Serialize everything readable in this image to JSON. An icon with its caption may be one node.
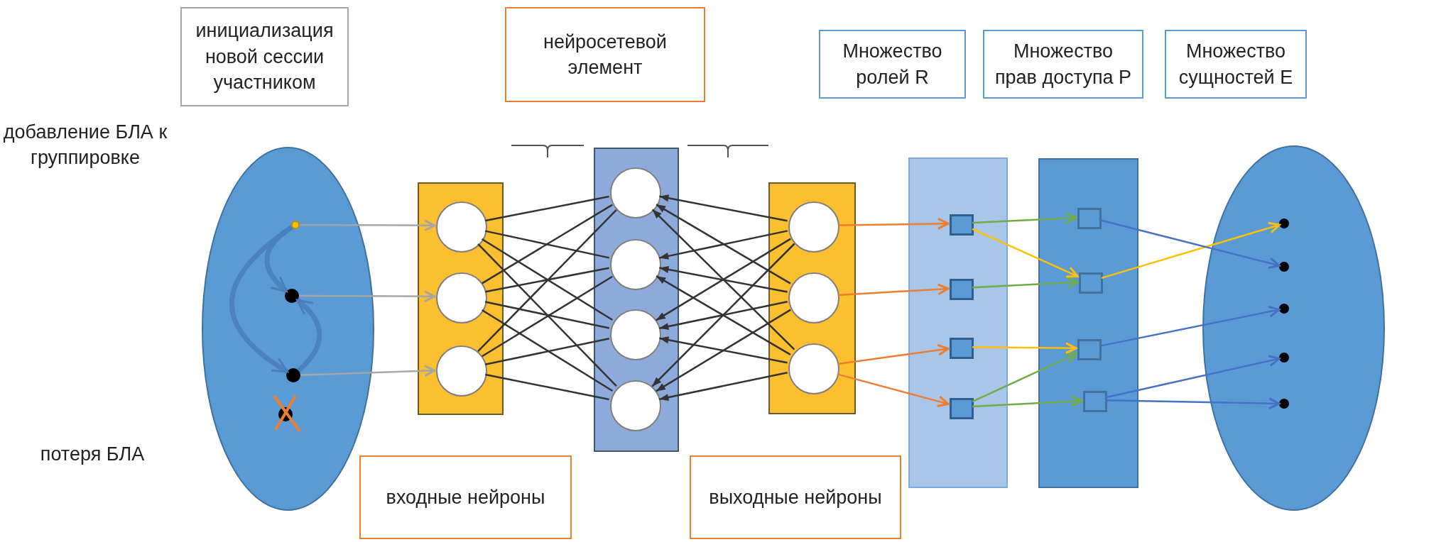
{
  "diagram": {
    "nodes": [
      {
        "text": [
          "инициализация новой сессии участником"
        ]
      },
      {
        "text": [
          "нейросетевой элемент"
        ]
      },
      {
        "text": [
          "Множество ролей R"
        ]
      },
      {
        "text": [
          "Множество прав доступа P"
        ]
      },
      {
        "text": [
          "Множество сущностей E"
        ]
      },
      {
        "text": [],
        "shape": "ellipse"
      },
      {
        "text": [],
        "shape": "circle",
        "in": 5
      },
      {
        "text": [],
        "shape": "circle",
        "in": 5
      },
      {
        "text": [],
        "shape": "circle",
        "in": 5
      },
      {
        "text": [],
        "shape": "circle",
        "in": 5
      },
      {
        "text": [],
        "shape": "bar"
      },
      {
        "text": [],
        "shape": "circle",
        "in": 10
      },
      {
        "text": [],
        "shape": "circle",
        "in": 10
      },
      {
        "text": [],
        "shape": "circle",
        "in": 10
      },
      {
        "text": [],
        "shape": "bar"
      },
      {
        "text": [],
        "shape": "circle",
        "in": 14
      },
      {
        "text": [],
        "shape": "circle",
        "in": 14
      },
      {
        "text": [],
        "shape": "circle",
        "in": 14
      },
      {
        "text": [],
        "shape": "circle",
        "in": 14
      },
      {
        "text": [],
        "shape": "bar"
      },
      {
        "text": [],
        "shape": "circle",
        "in": 19
      },
      {
        "text": [],
        "shape": "circle",
        "in": 19
      },
      {
        "text": [],
        "shape": "circle",
        "in": 19
      },
      {
        "text": [],
        "shape": "bar"
      },
      {
        "text": [],
        "shape": "box",
        "in": 23
      },
      {
        "text": [],
        "shape": "box",
        "in": 23
      },
      {
        "text": [],
        "shape": "box",
        "in": 23
      },
      {
        "text": [],
        "shape": "box",
        "in": 23
      },
      {
        "text": [],
        "shape": "bar"
      },
      {
        "text": [],
        "shape": "box",
        "in": 28
      },
      {
        "text": [],
        "shape": "box",
        "in": 28
      },
      {
        "text": [],
        "shape": "box",
        "in": 28
      },
      {
        "text": [],
        "shape": "box",
        "in": 28
      },
      {
        "text": [],
        "shape": "ellipse"
      },
      {
        "text": [],
        "shape": "circle",
        "in": 33
      },
      {
        "text": [],
        "shape": "circle",
        "in": 33
      },
      {
        "text": [],
        "shape": "circle",
        "in": 33
      },
      {
        "text": [],
        "shape": "circle",
        "in": 33
      },
      {
        "text": [],
        "shape": "circle",
        "in": 33
      },
      {
        "text": [
          "входные нейроны"
        ]
      },
      {
        "text": [
          "выходные нейроны"
        ]
      }
    ],
    "edges": [
      {
        "from": 6,
        "to": 11,
        "arrow": "to",
        "color": "#a6a6a6"
      },
      {
        "from": 7,
        "to": 12,
        "arrow": "to",
        "color": "#a6a6a6"
      },
      {
        "from": 8,
        "to": 13,
        "arrow": "to",
        "color": "#a6a6a6"
      },
      {
        "from": 6,
        "to": 7,
        "arrow": "to",
        "style": "thick",
        "color": "#4a7ebb"
      },
      {
        "from": 6,
        "to": 8,
        "arrow": "to",
        "style": "thick",
        "color": "#4a7ebb"
      },
      {
        "from": 8,
        "to": 7,
        "arrow": "to",
        "style": "thick",
        "color": "#4a7ebb"
      },
      {
        "from": 11,
        "to": 15,
        "arrow": "none"
      },
      {
        "from": 11,
        "to": 16,
        "arrow": "none"
      },
      {
        "from": 11,
        "to": 17,
        "arrow": "none"
      },
      {
        "from": 11,
        "to": 18,
        "arrow": "none"
      },
      {
        "from": 12,
        "to": 15,
        "arrow": "none"
      },
      {
        "from": 12,
        "to": 16,
        "arrow": "none"
      },
      {
        "from": 12,
        "to": 17,
        "arrow": "none"
      },
      {
        "from": 12,
        "to": 18,
        "arrow": "none"
      },
      {
        "from": 13,
        "to": 15,
        "arrow": "none"
      },
      {
        "from": 13,
        "to": 16,
        "arrow": "none"
      },
      {
        "from": 13,
        "to": 17,
        "arrow": "none"
      },
      {
        "from": 13,
        "to": 18,
        "arrow": "none"
      },
      {
        "from": 20,
        "to": 15,
        "arrow": "to"
      },
      {
        "from": 20,
        "to": 16,
        "arrow": "to"
      },
      {
        "from": 20,
        "to": 17,
        "arrow": "to"
      },
      {
        "from": 20,
        "to": 18,
        "arrow": "to"
      },
      {
        "from": 21,
        "to": 15,
        "arrow": "to"
      },
      {
        "from": 21,
        "to": 16,
        "arrow": "to"
      },
      {
        "from": 21,
        "to": 17,
        "arrow": "to"
      },
      {
        "from": 21,
        "to": 18,
        "arrow": "to"
      },
      {
        "from": 22,
        "to": 15,
        "arrow": "to"
      },
      {
        "from": 22,
        "to": 16,
        "arrow": "to"
      },
      {
        "from": 22,
        "to": 17,
        "arrow": "to"
      },
      {
        "from": 22,
        "to": 18,
        "arrow": "to"
      },
      {
        "from": 20,
        "to": 24,
        "arrow": "to",
        "color": "#ed7d31"
      },
      {
        "from": 21,
        "to": 25,
        "arrow": "to",
        "color": "#ed7d31"
      },
      {
        "from": 22,
        "to": 26,
        "arrow": "to",
        "color": "#ed7d31"
      },
      {
        "from": 22,
        "to": 27,
        "arrow": "to",
        "color": "#ed7d31"
      },
      {
        "from": 24,
        "to": 29,
        "arrow": "to",
        "color": "#70ad47"
      },
      {
        "from": 25,
        "to": 30,
        "arrow": "to",
        "color": "#70ad47"
      },
      {
        "from": 27,
        "to": 31,
        "arrow": "to",
        "color": "#70ad47"
      },
      {
        "from": 27,
        "to": 32,
        "arrow": "to",
        "color": "#70ad47"
      },
      {
        "from": 24,
        "to": 30,
        "arrow": "to",
        "color": "#ffc000"
      },
      {
        "from": 26,
        "to": 31,
        "arrow": "to",
        "color": "#ffc000"
      },
      {
        "from": 30,
        "to": 34,
        "arrow": "to",
        "color": "#ffc000"
      },
      {
        "from": 29,
        "to": 35,
        "arrow": "to",
        "color": "#4472c4"
      },
      {
        "from": 31,
        "to": 36,
        "arrow": "to",
        "color": "#4472c4"
      },
      {
        "from": 32,
        "to": 37,
        "arrow": "to",
        "color": "#4472c4"
      },
      {
        "from": 32,
        "to": 38,
        "arrow": "to",
        "color": "#4472c4"
      }
    ],
    "labels": [
      "добавление БЛА к группировке",
      "потеря БЛА"
    ]
  }
}
